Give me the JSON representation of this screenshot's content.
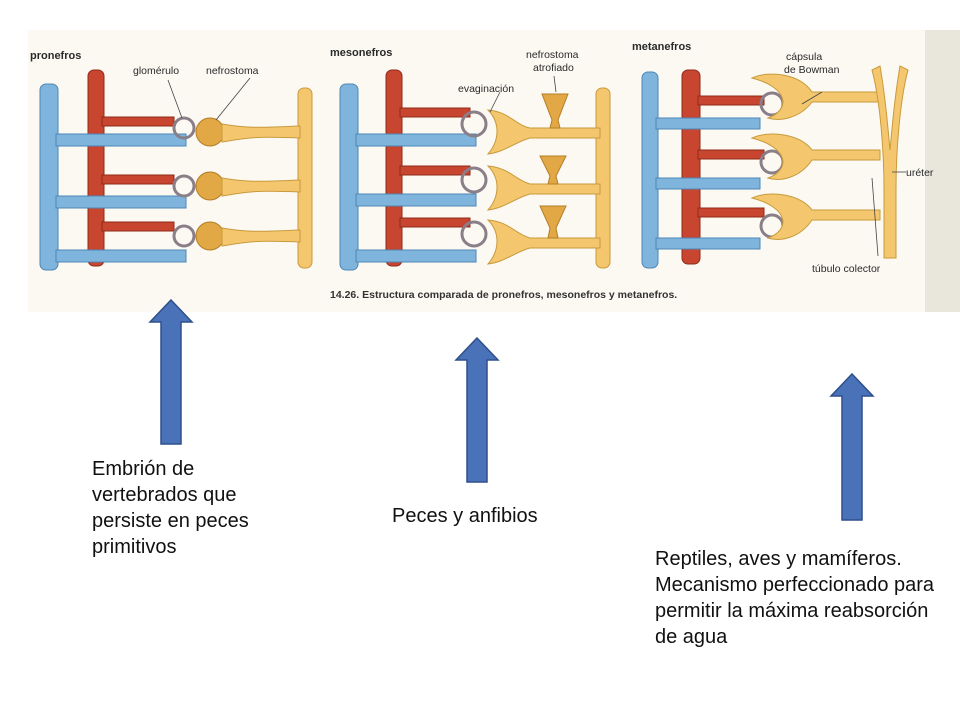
{
  "figure": {
    "caption": "14.26. Estructura comparada de pronefros, mesonefros y metanefros.",
    "panels": [
      {
        "title": "pronefros",
        "labels": [
          "glomérulo",
          "nefrostoma"
        ]
      },
      {
        "title": "mesonefros",
        "labels": [
          "evaginación",
          "nefrostoma",
          "atrofiado"
        ]
      },
      {
        "title": "metanefros",
        "labels": [
          "cápsula",
          "de Bowman",
          "uréter",
          "túbulo colector"
        ]
      }
    ],
    "colors": {
      "vein": "#7fb4dd",
      "artery": "#c8452f",
      "tubule": "#f4c76e",
      "glomerulus": "#9a8e96"
    }
  },
  "arrows": [
    {
      "name": "arrow-pronefros",
      "color": "#4a72b8",
      "icon": "up-arrow-icon"
    },
    {
      "name": "arrow-mesonefros",
      "color": "#4a72b8",
      "icon": "up-arrow-icon"
    },
    {
      "name": "arrow-metanefros",
      "color": "#4a72b8",
      "icon": "up-arrow-icon"
    }
  ],
  "notes": {
    "pronefros": "Embrión de vertebrados que persiste en peces primitivos",
    "mesonefros": "Peces y anfibios",
    "metanefros": "Reptiles, aves y mamíferos. Mecanismo perfeccionado para permitir la máxima reabsorción de agua"
  }
}
